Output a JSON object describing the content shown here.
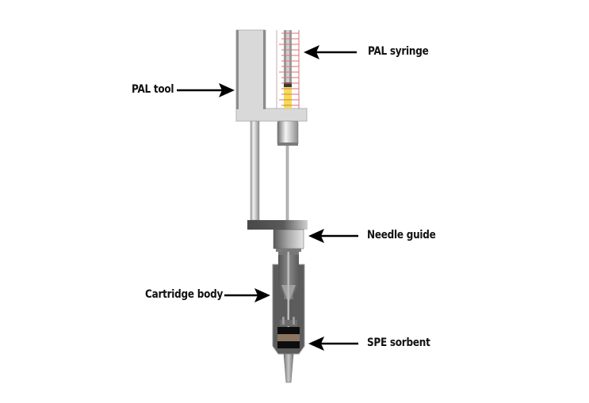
{
  "title": "PAL SPE cartridge assembly",
  "labels": {
    "pal_syringe": "PAL syringe",
    "pal_tool": "PAL tool",
    "needle_guide": "Needle guide",
    "cartridge_body": "Cartridge body",
    "spe_sorbent": "SPE sorbent"
  },
  "colors": {
    "tool_fill": "#d9d9d9",
    "tool_edge": "#8c8c8c",
    "syringe_scale": "#d9707a",
    "syringe_liquid": "#f2df4e",
    "plunger": "#3a3a3a",
    "needle_guide_plate": "#4a4a4a",
    "cartridge": "#5f5f5f",
    "sorbent": "#8a7560",
    "frit": "#0d0d0d",
    "arrow": "#000000"
  }
}
